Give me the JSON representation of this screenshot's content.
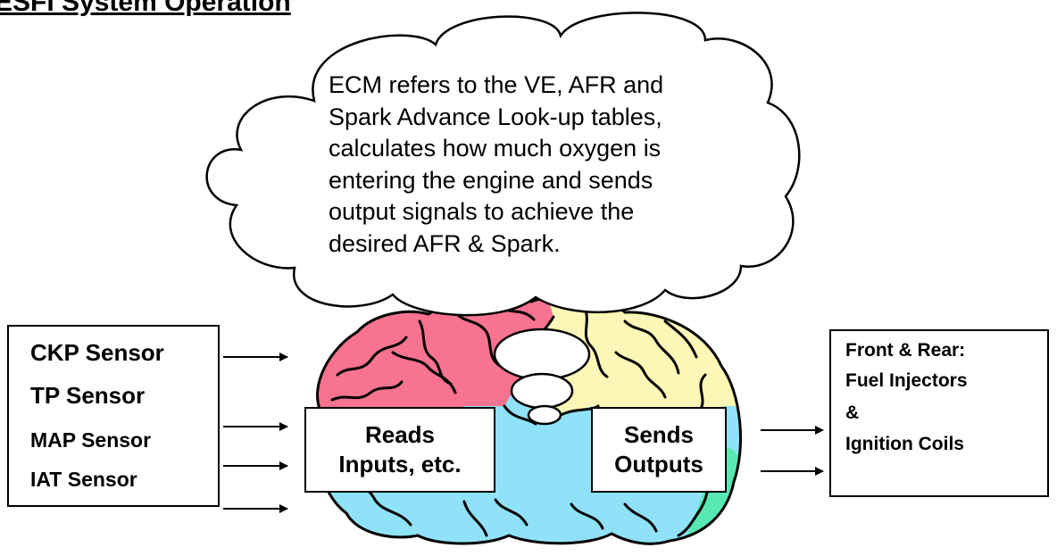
{
  "title": "ESFI System Operation",
  "cloud": {
    "lines": [
      "ECM refers to the VE, AFR and",
      "Spark Advance Look-up tables,",
      "calculates how much oxygen is",
      "entering the engine and sends",
      "output signals to achieve the",
      "desired AFR & Spark."
    ]
  },
  "inputs": {
    "sensors": [
      "CKP Sensor",
      "TP Sensor",
      "MAP Sensor",
      "IAT Sensor"
    ]
  },
  "reads_box": {
    "line1": "Reads",
    "line2": "Inputs, etc."
  },
  "sends_box": {
    "line1": "Sends",
    "line2": "Outputs"
  },
  "outputs": {
    "lines": [
      "Front & Rear:",
      "Fuel Injectors",
      "&",
      "Ignition Coils"
    ]
  },
  "colors": {
    "brain_red": "#f7738f",
    "brain_yellow": "#fcf7b6",
    "brain_blue": "#8fe2f7",
    "brain_green": "#57e8b4",
    "outline": "#000000"
  }
}
